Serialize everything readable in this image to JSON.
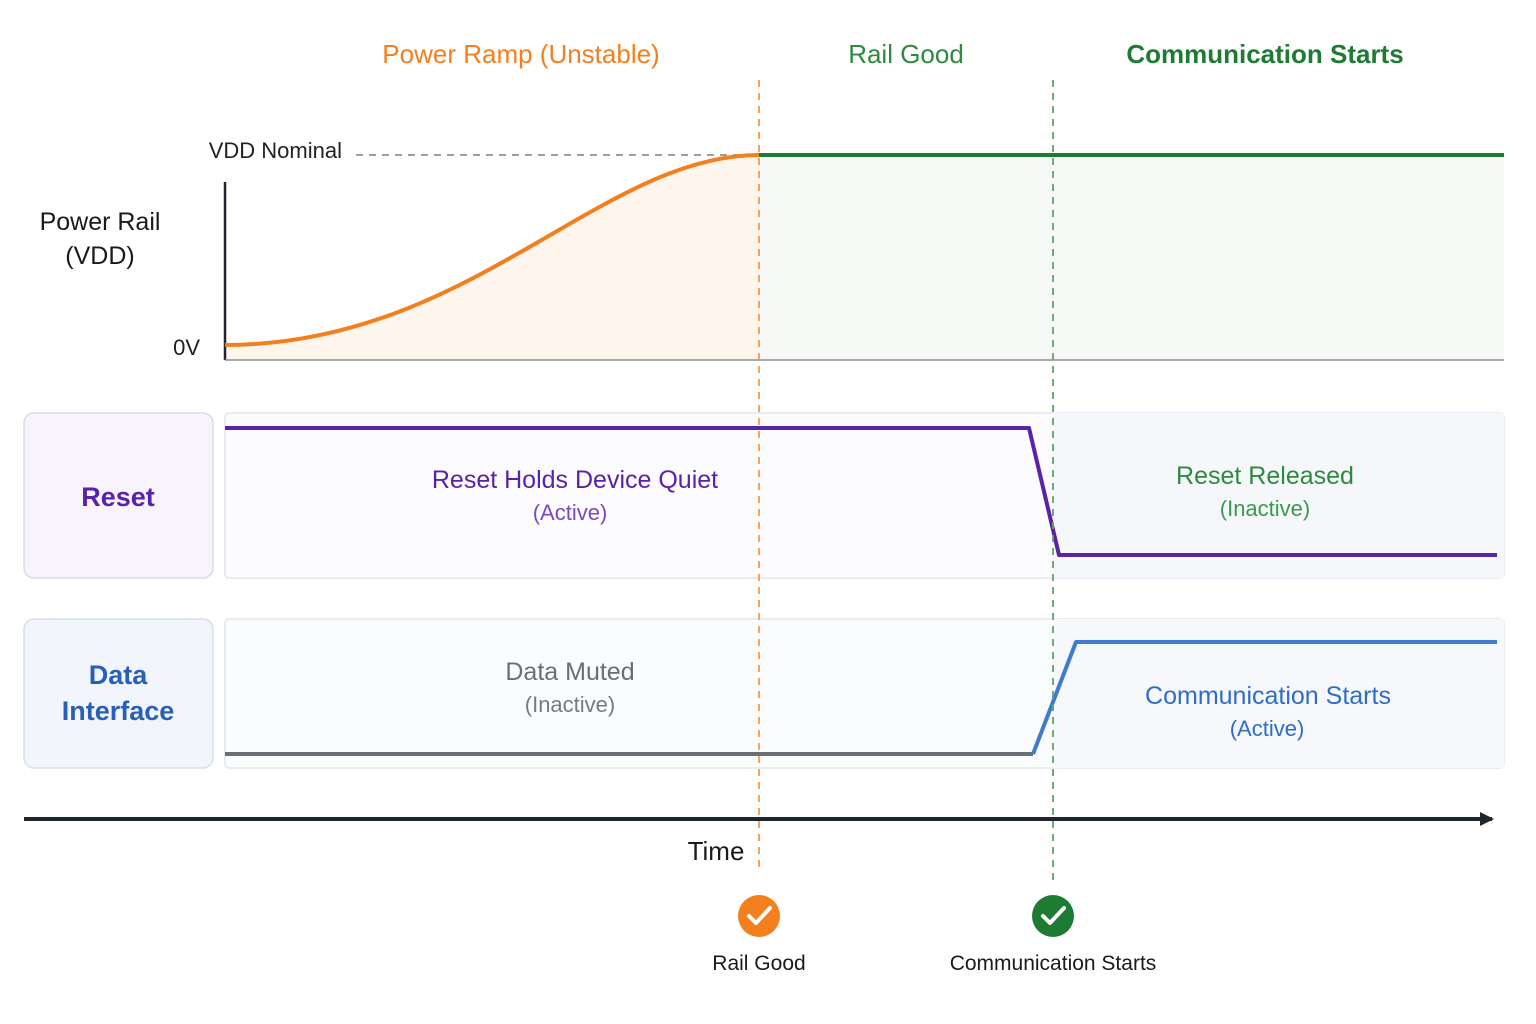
{
  "phases": {
    "power_ramp": "Power Ramp (Unstable)",
    "rail_good": "Rail Good",
    "communication_starts": "Communication Starts"
  },
  "power_rail": {
    "title_line1": "Power Rail",
    "title_line2": "(VDD)",
    "vdd_nominal": "VDD Nominal",
    "zero_v": "0V"
  },
  "reset_lane": {
    "title": "Reset",
    "active_label": "Reset Holds Device Quiet",
    "active_sub": "(Active)",
    "released_label": "Reset Released",
    "released_sub": "(Inactive)"
  },
  "data_lane": {
    "title_line1": "Data",
    "title_line2": "Interface",
    "muted_label": "Data Muted",
    "muted_sub": "(Inactive)",
    "active_label": "Communication Starts",
    "active_sub": "(Active)"
  },
  "time_axis": {
    "label": "Time"
  },
  "milestones": {
    "rail_good": "Rail Good",
    "communication_starts": "Communication Starts"
  },
  "colors": {
    "orange": "#f47f1f",
    "green": "#2d8a3e",
    "dark_green": "#1e7b34",
    "purple": "#5a22a8",
    "blue": "#2f6cc9",
    "gray": "#6a6e75",
    "axis": "#1f2630"
  }
}
